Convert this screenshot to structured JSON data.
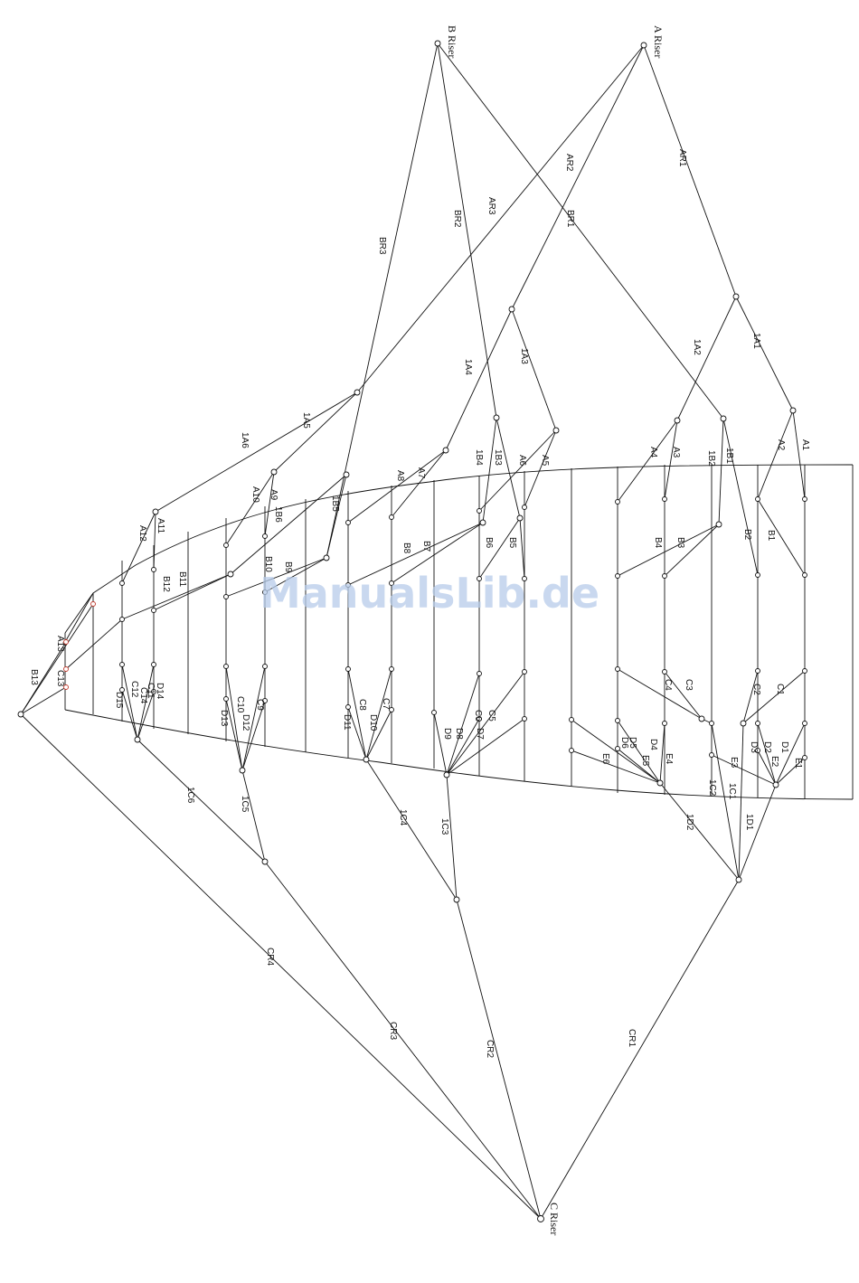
{
  "watermark": "ManualsLib.de",
  "colors": {
    "line": "#111111",
    "watermark": "#b7ccea",
    "accent_red": "#c0392b"
  },
  "risers": {
    "a": "A Riser",
    "b": "B Riser",
    "c": "C Riser"
  },
  "labels": {
    "AR1": "AR1",
    "AR2": "AR2",
    "AR3": "AR3",
    "BR1": "BR1",
    "BR2": "BR2",
    "BR3": "BR3",
    "1A1": "1A1",
    "1A2": "1A2",
    "1A3": "1A3",
    "1A4": "1A4",
    "1A5": "1A5",
    "1A6": "1A6",
    "1B1": "1B1",
    "1B2": "1B2",
    "1B3": "1B3",
    "1B4": "1B4",
    "1B5": "1B5",
    "1B6": "1B6",
    "A1": "A1",
    "A2": "A2",
    "A3": "A3",
    "A4": "A4",
    "A5": "A5",
    "A6": "A6",
    "A7": "A7",
    "A8": "A8",
    "A9": "A9",
    "A10": "A10",
    "A11": "A11",
    "A12": "A12",
    "A13": "A13",
    "B1": "B1",
    "B2": "B2",
    "B3": "B3",
    "B4": "B4",
    "B5": "B5",
    "B6": "B6",
    "B7": "B7",
    "B8": "B8",
    "B9": "B9",
    "B10": "B10",
    "B11": "B11",
    "B12": "B12",
    "B13": "B13",
    "C1": "C1",
    "C2": "C2",
    "C3": "C3",
    "C4": "C4",
    "C5": "C5",
    "C6": "C6",
    "C7": "C7",
    "C8": "C8",
    "C9": "C9",
    "C10": "C10",
    "C11": "C11",
    "C12": "C12",
    "C13": "C13",
    "C14": "C14",
    "D1": "D1",
    "D2": "D2",
    "D3": "D3",
    "D4": "D4",
    "D5": "D5",
    "D6": "D6",
    "D7": "D7",
    "D8": "D8",
    "D9": "D9",
    "D10": "D10",
    "D11": "D11",
    "D12": "D12",
    "D13": "D13",
    "D14": "D14",
    "D15": "D15",
    "E1": "E1",
    "E2": "E2",
    "E3": "E3",
    "E4": "E4",
    "E5": "E5",
    "E6": "E6",
    "1C1": "1C1",
    "1C2": "1C2",
    "1C3": "1C3",
    "1C4": "1C4",
    "1C5": "1C5",
    "1C6": "1C6",
    "1D1": "1D1",
    "1D2": "1D2",
    "CR1": "CR1",
    "CR2": "CR2",
    "CR3": "CR3",
    "CR4": "CR4"
  }
}
